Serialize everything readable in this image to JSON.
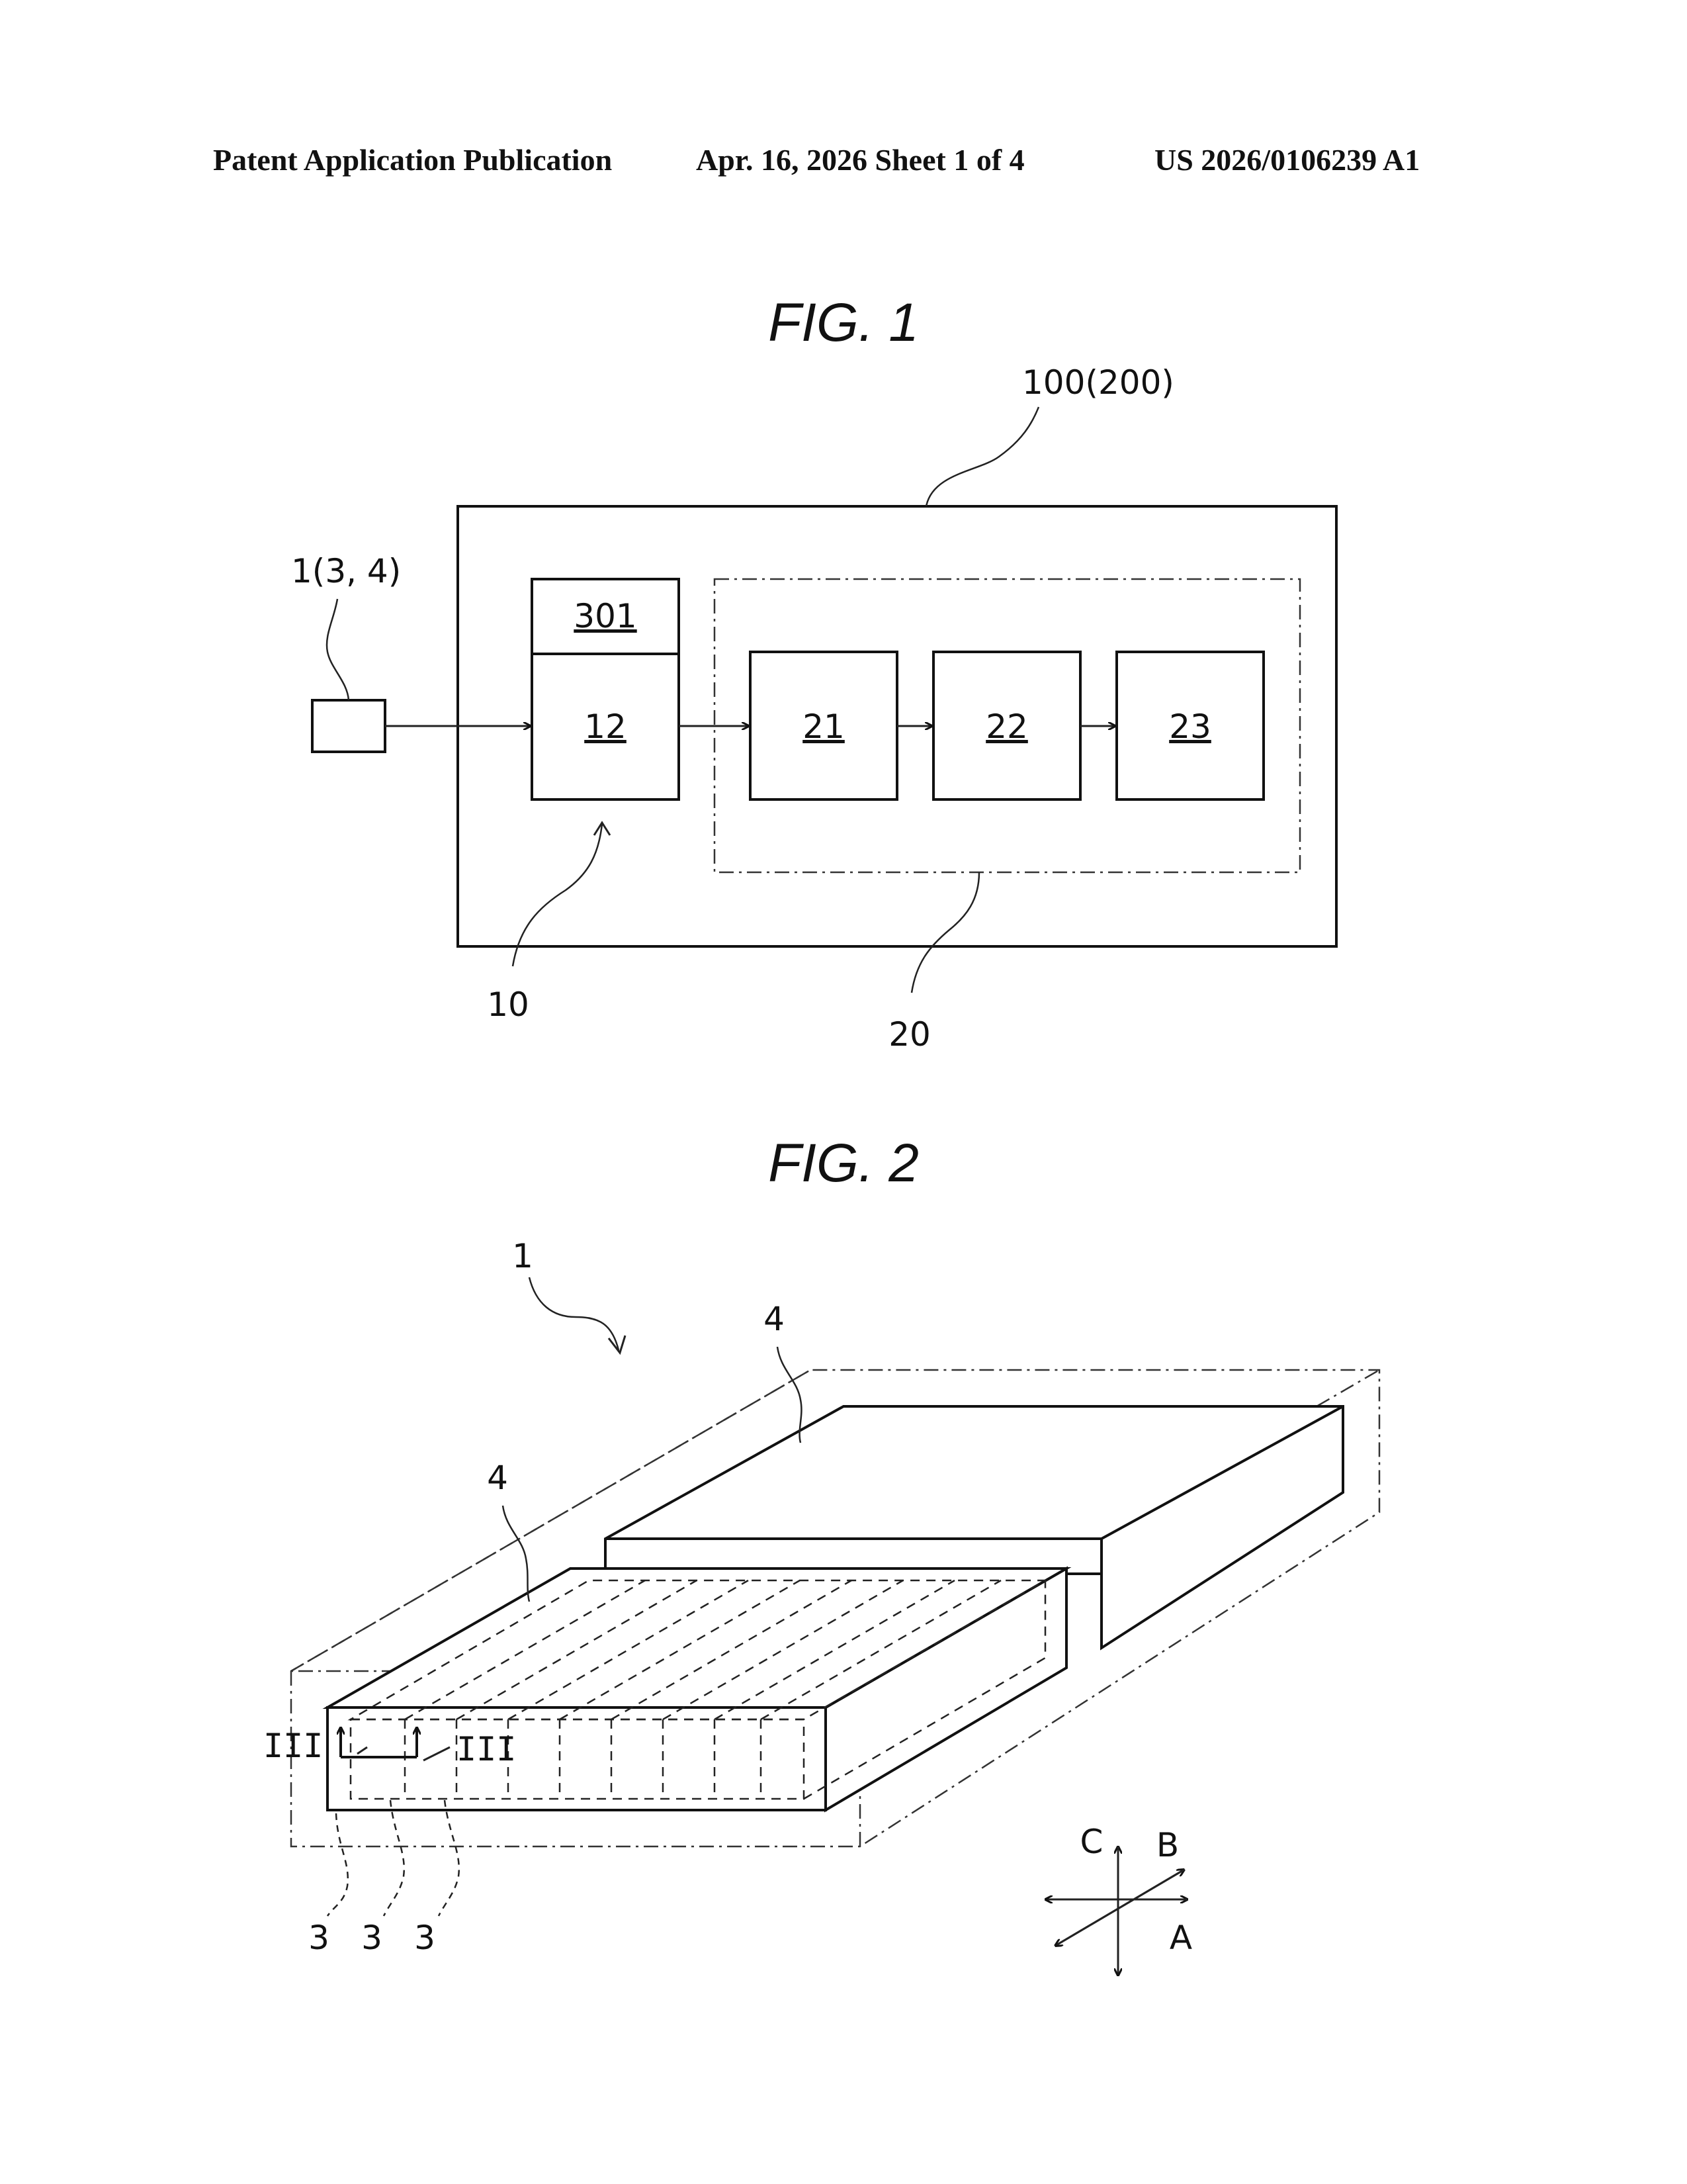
{
  "header": {
    "left": "Patent Application Publication",
    "middle": "Apr. 16, 2026  Sheet 1 of 4",
    "right": "US 2026/0106239 A1"
  },
  "fig1": {
    "title": "FIG. 1",
    "labels": {
      "system": "100(200)",
      "input": "1(3, 4)",
      "block_301": "301",
      "block_12": "12",
      "block_21": "21",
      "block_22": "22",
      "block_23": "23",
      "unit_10": "10",
      "unit_20": "20"
    }
  },
  "fig2": {
    "title": "FIG. 2",
    "labels": {
      "assembly": "1",
      "module_back": "4",
      "module_front": "4",
      "section_left": "III",
      "section_right": "III",
      "cell_1": "3",
      "cell_2": "3",
      "cell_3": "3",
      "axis_a": "A",
      "axis_b": "B",
      "axis_c": "C"
    }
  }
}
